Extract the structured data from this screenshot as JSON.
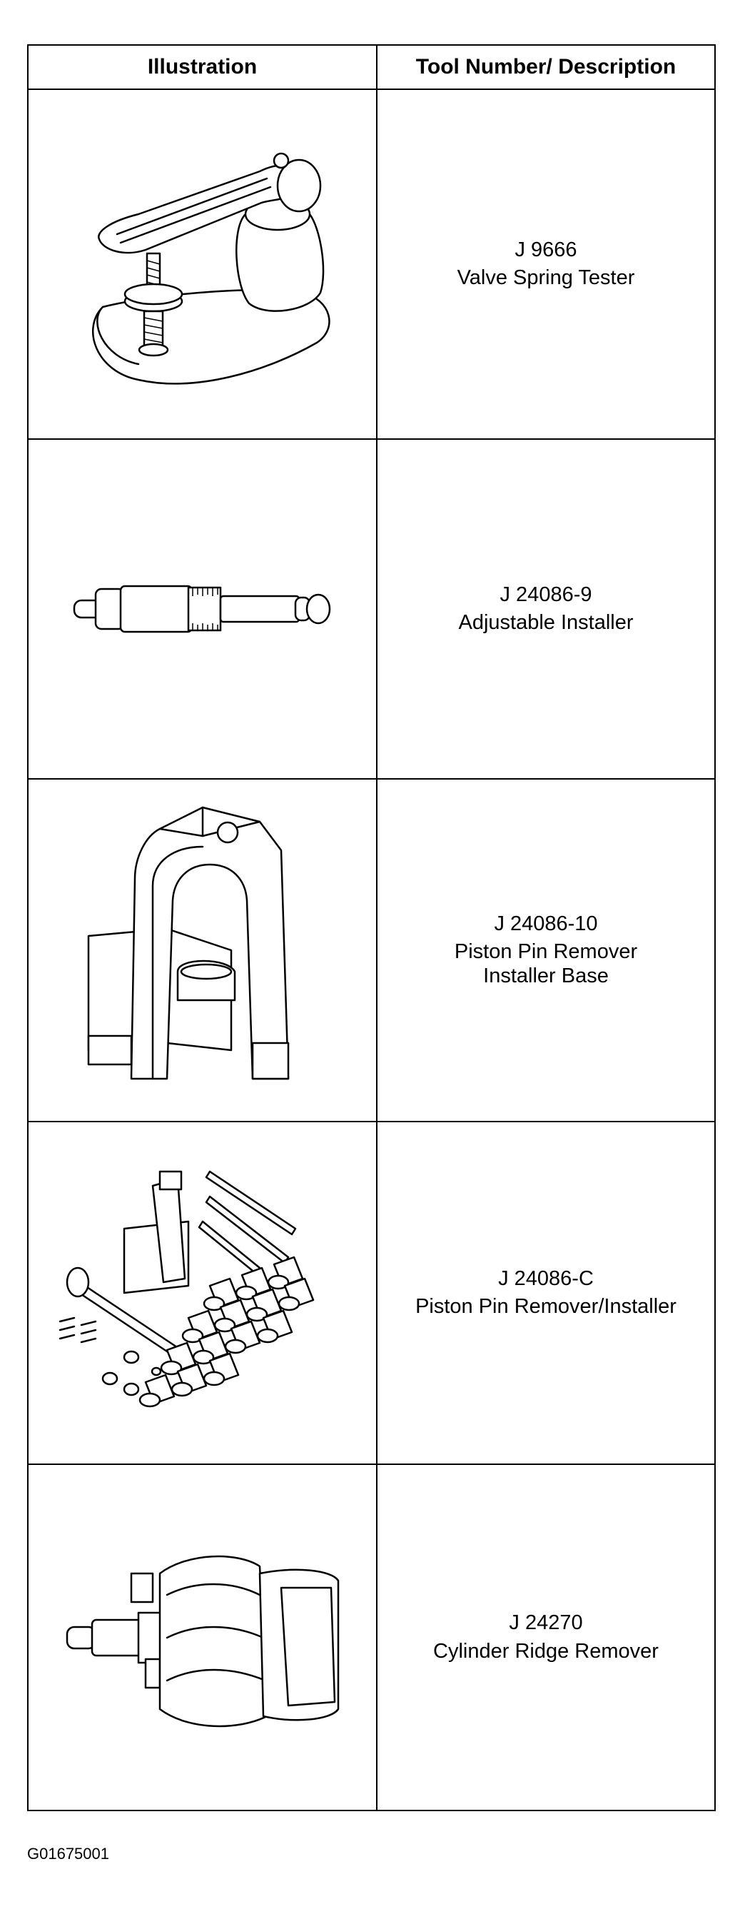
{
  "table": {
    "header": {
      "illustration": "Illustration",
      "description": "Tool Number/ Description"
    },
    "rows": [
      {
        "number": "J 9666",
        "desc_lines": [
          "Valve Spring Tester"
        ],
        "icon": "valve-spring-tester-illustration"
      },
      {
        "number": "J 24086-9",
        "desc_lines": [
          "Adjustable Installer"
        ],
        "icon": "adjustable-installer-illustration"
      },
      {
        "number": "J 24086-10",
        "desc_lines": [
          "Piston Pin Remover",
          "Installer Base"
        ],
        "icon": "piston-pin-remover-base-illustration"
      },
      {
        "number": "J 24086-C",
        "desc_lines": [
          "Piston Pin Remover/Installer"
        ],
        "icon": "piston-pin-remover-installer-kit-illustration"
      },
      {
        "number": "J 24270",
        "desc_lines": [
          "Cylinder Ridge Remover"
        ],
        "icon": "cylinder-ridge-remover-illustration"
      }
    ]
  },
  "footer": {
    "figure_code": "G01675001"
  }
}
